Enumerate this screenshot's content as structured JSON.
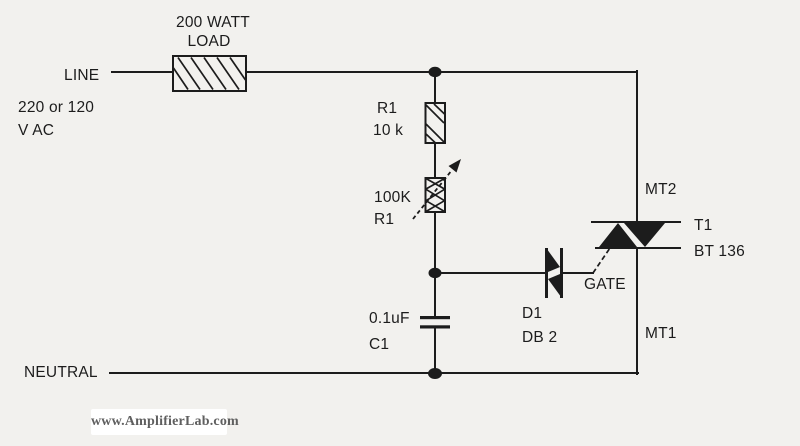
{
  "colors": {
    "background": "#f2f1ee",
    "line": "#1c1c1c",
    "text": "#1c1c1c",
    "watermark-text": "#5f5f5f",
    "watermark-bg": "#ffffff"
  },
  "source": {
    "line_terminal": "LINE",
    "neutral_terminal": "NEUTRAL",
    "voltage_line1": "220 or 120",
    "voltage_line2": "V AC"
  },
  "components": {
    "load": {
      "power": "200 WATT",
      "name": "LOAD"
    },
    "resistor_r1": {
      "name": "R1",
      "value": "10 k"
    },
    "potentiometer": {
      "value": "100K",
      "name": "R1"
    },
    "capacitor": {
      "value": "0.1uF",
      "name": "C1"
    },
    "diac": {
      "name": "D1",
      "value": "DB 2"
    },
    "triac": {
      "name": "T1",
      "value": "BT 136",
      "terminal_mt2": "MT2",
      "terminal_mt1": "MT1",
      "terminal_gate": "GATE"
    }
  },
  "watermark": {
    "text": "www.AmplifierLab.com"
  }
}
